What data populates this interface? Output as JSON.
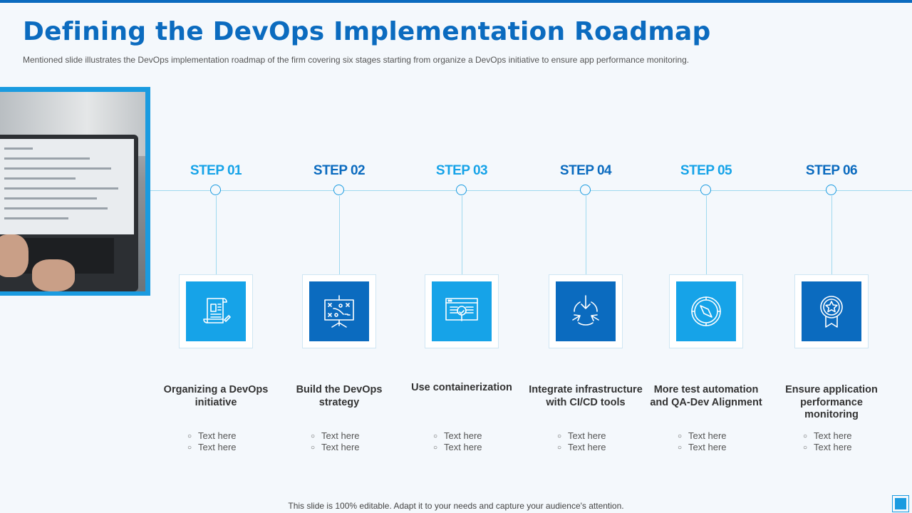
{
  "title": "Defining the DevOps Implementation Roadmap",
  "subtitle": "Mentioned slide illustrates the DevOps  implementation  roadmap  of the firm covering  six stages starting from organize  a DevOps  initiative  to ensure app performance  monitoring.",
  "colors": {
    "light": "#16a3e8",
    "dark": "#0b6bbf"
  },
  "steps": [
    {
      "label": "STEP 01",
      "title": "Organizing a DevOps initiative",
      "icon": "document-scroll-icon",
      "tone": "light",
      "bullets": [
        "Text here",
        "Text here"
      ]
    },
    {
      "label": "STEP 02",
      "title": "Build the DevOps strategy",
      "icon": "strategy-board-icon",
      "tone": "dark",
      "bullets": [
        "Text here",
        "Text here"
      ]
    },
    {
      "label": "STEP 03",
      "title": "Use containerization",
      "icon": "web-search-icon",
      "tone": "light",
      "bullets": [
        "Text here",
        "Text here"
      ]
    },
    {
      "label": "STEP 04",
      "title": "Integrate infrastructure with CI/CD tools",
      "icon": "integration-arrows-icon",
      "tone": "dark",
      "bullets": [
        "Text here",
        "Text here"
      ]
    },
    {
      "label": "STEP 05",
      "title": "More test automation and QA-Dev Alignment",
      "icon": "compass-icon",
      "tone": "light",
      "bullets": [
        "Text here",
        "Text here"
      ]
    },
    {
      "label": "STEP 06",
      "title": "Ensure application performance monitoring",
      "icon": "award-badge-icon",
      "tone": "dark",
      "bullets": [
        "Text here",
        "Text here"
      ]
    }
  ],
  "footer": "This slide is 100% editable. Adapt it to your needs and capture your audience's attention."
}
